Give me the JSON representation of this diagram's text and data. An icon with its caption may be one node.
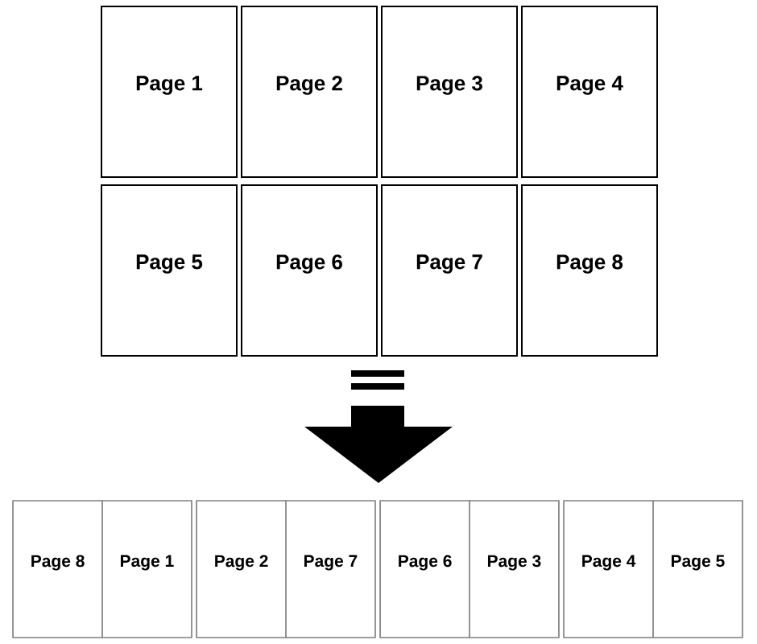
{
  "diagram": {
    "nodes": [
      {
        "text": [
          "Page 1"
        ]
      },
      {
        "text": [
          "Page 2"
        ]
      },
      {
        "text": [
          "Page 3"
        ]
      },
      {
        "text": [
          "Page 4"
        ]
      },
      {
        "text": [
          "Page 5"
        ]
      },
      {
        "text": [
          "Page 6"
        ]
      },
      {
        "text": [
          "Page 7"
        ]
      },
      {
        "text": [
          "Page 8"
        ]
      },
      {
        "text": [],
        "shape": "box"
      },
      {
        "text": [
          "Page 8"
        ],
        "in": 8
      },
      {
        "text": [
          "Page 1"
        ],
        "in": 8
      },
      {
        "text": [],
        "shape": "box"
      },
      {
        "text": [
          "Page 2"
        ],
        "in": 11
      },
      {
        "text": [
          "Page 7"
        ],
        "in": 11
      },
      {
        "text": [],
        "shape": "box"
      },
      {
        "text": [
          "Page 6"
        ],
        "in": 14
      },
      {
        "text": [
          "Page 3"
        ],
        "in": 14
      },
      {
        "text": [],
        "shape": "box"
      },
      {
        "text": [
          "Page 4"
        ],
        "in": 17
      },
      {
        "text": [
          "Page 5"
        ],
        "in": 17
      }
    ]
  }
}
